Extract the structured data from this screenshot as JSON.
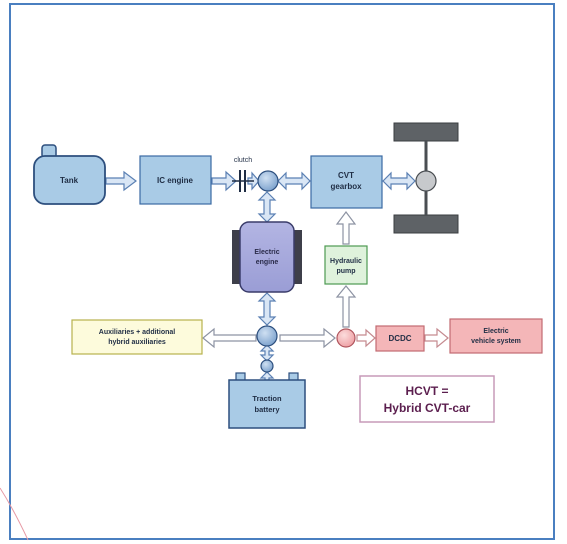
{
  "diagram": {
    "nodes": {
      "tank": "Tank",
      "ic_engine": "IC engine",
      "clutch": "clutch",
      "cvt_line1": "CVT",
      "cvt_line2": "gearbox",
      "electric_line1": "Electric",
      "electric_line2": "engine",
      "hydraulic_line1": "Hydraulic",
      "hydraulic_line2": "pump",
      "aux_line1": "Auxiliaries + additional",
      "aux_line2": "hybrid auxiliaries",
      "dcdc": "DCDC",
      "ev_line1": "Electric",
      "ev_line2": "vehicle system",
      "battery_line1": "Traction",
      "battery_line2": "battery"
    },
    "legend": {
      "line1": "HCVT =",
      "line2": "Hybrid CVT-car"
    }
  },
  "colors": {
    "frame": "#4a7fc0",
    "blue_fill": "#a9cbe6",
    "blue_stroke": "#2d4f7e",
    "junction": "#8fb3d9",
    "pink": "#f4b6b8",
    "pink_stroke": "#c26b72",
    "yellow": "#fdfbdc",
    "yellow_stroke": "#b7b24d",
    "green": "#dff2dc",
    "green_stroke": "#4d9a52",
    "lilac": "#d4d6ef",
    "legend_text": "#5b1e4e",
    "legend_border": "#c79ab9",
    "wheel": "#5e6266"
  }
}
